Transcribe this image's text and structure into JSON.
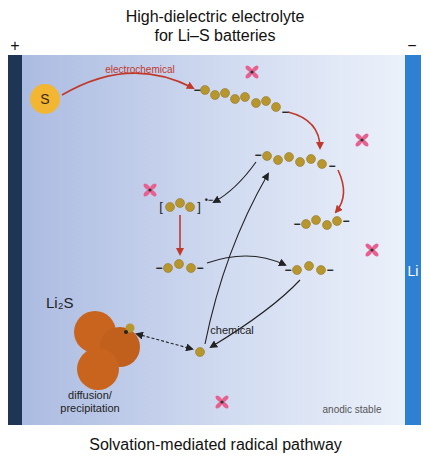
{
  "diagram": {
    "title": "High-dielectric electrolyte for Li–S batteries",
    "caption": "Solvation-mediated radical pathway",
    "nodes": [
      {
        "text": [
          "S"
        ]
      },
      {
        "text": [
          "Li₂S"
        ]
      },
      {
        "text": [
          "Li"
        ]
      }
    ],
    "labels": [
      "+",
      "−",
      "electrochemical",
      "−",
      "−",
      "−",
      "−",
      "[",
      "]",
      "•−",
      "−",
      "−",
      "−",
      "−",
      "−",
      "−",
      "chemical",
      "diffusion/ precipitation",
      "anodic stable"
    ]
  }
}
